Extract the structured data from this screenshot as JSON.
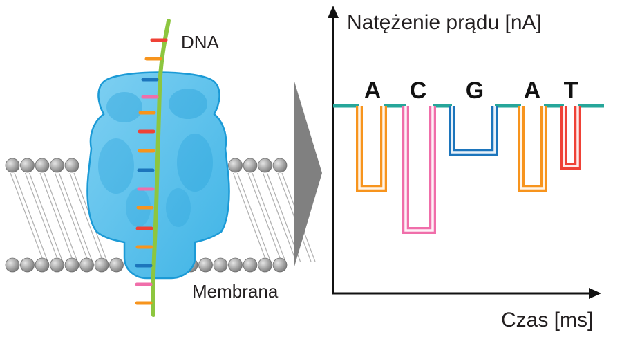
{
  "labels": {
    "dna": "DNA",
    "membrane": "Membrana",
    "y_axis": "Natężenie prądu [nA]",
    "x_axis": "Czas [ms]"
  },
  "bases": [
    {
      "letter": "A",
      "color": "#f7941d"
    },
    {
      "letter": "C",
      "color": "#f06eaa"
    },
    {
      "letter": "G",
      "color": "#1c75bc"
    },
    {
      "letter": "A",
      "color": "#f7941d"
    },
    {
      "letter": "T",
      "color": "#ef4136"
    }
  ],
  "colors": {
    "baseline": "#26a69a",
    "pore": "#29abe2",
    "dna_strand": "#8dc63f",
    "lipid_head": "#9a9a9a",
    "arrow": "#808080"
  },
  "current_levels": {
    "baseline": 1.0,
    "A": 0.6,
    "C": 0.4,
    "G": 0.8,
    "T": 0.7
  }
}
